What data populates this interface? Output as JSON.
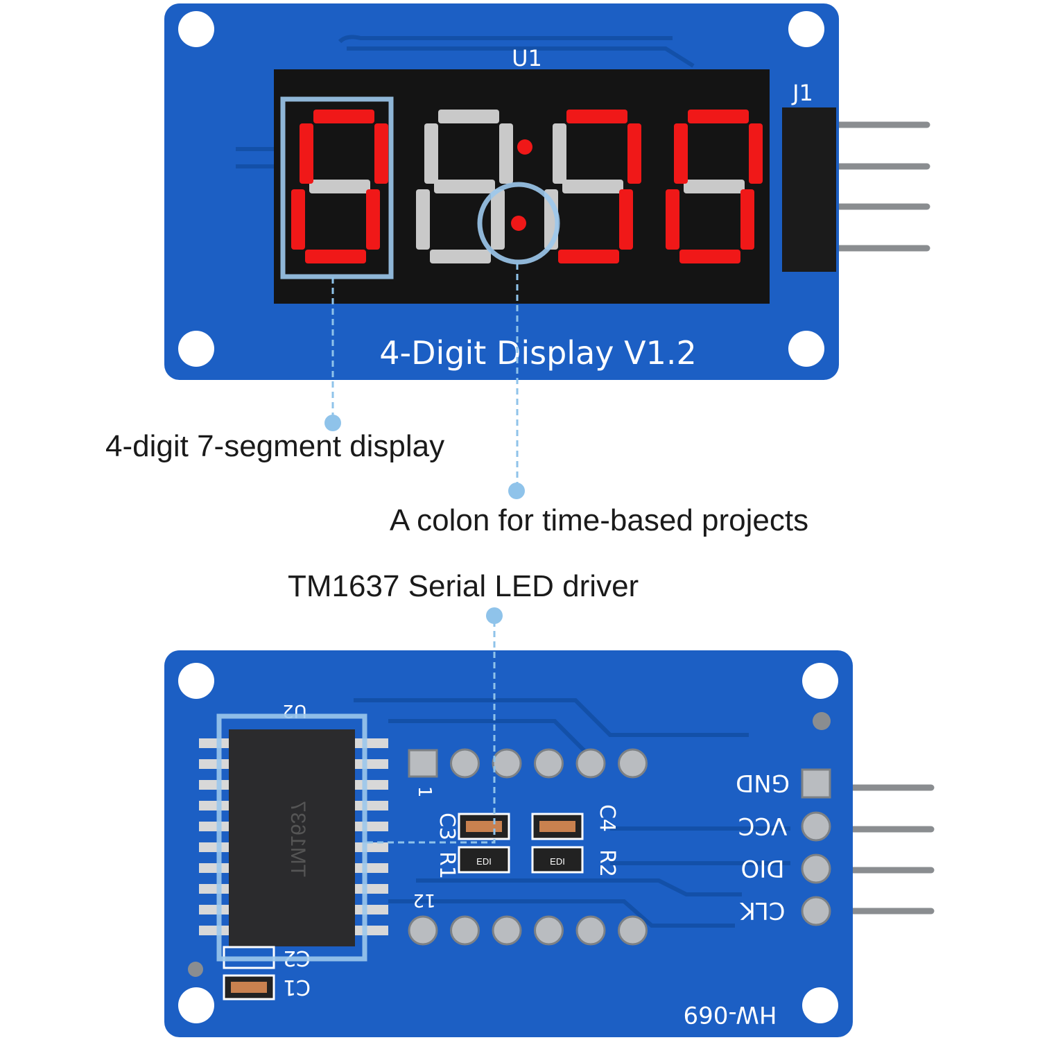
{
  "front_board": {
    "ref_display": "U1",
    "ref_header": "J1",
    "title": "4-Digit Display  V1.2",
    "digit_states": [
      {
        "a": 1,
        "b": 1,
        "c": 1,
        "d": 1,
        "e": 1,
        "f": 1,
        "g": 0
      },
      {
        "a": 0,
        "b": 0,
        "c": 0,
        "d": 0,
        "e": 0,
        "f": 0,
        "g": 0
      },
      {
        "a": 1,
        "b": 1,
        "c": 1,
        "d": 1,
        "e": 0,
        "f": 0,
        "g": 0
      },
      {
        "a": 1,
        "b": 1,
        "c": 1,
        "d": 1,
        "e": 1,
        "f": 1,
        "g": 0
      }
    ],
    "colon_on": true
  },
  "callouts": {
    "display": "4-digit 7-segment display",
    "colon": "A colon for time-based projects",
    "driver": "TM1637 Serial LED driver"
  },
  "back_board": {
    "ref_ic": "U2",
    "chip_marking": "TM1637",
    "pin1": "1",
    "pin12": "12",
    "c3": "C3",
    "r1": "R1",
    "c4": "C4",
    "r2": "R2",
    "c1": "C1",
    "c2": "C2",
    "resistor_code_1": "EDI",
    "resistor_code_2": "EDI",
    "pins": [
      "GND",
      "VCC",
      "DIO",
      "CLK"
    ],
    "model": "HW-069"
  },
  "colors": {
    "pcb": "#1c5fc4",
    "highlight": "#9cc8ec",
    "led_on": "#f01818"
  }
}
